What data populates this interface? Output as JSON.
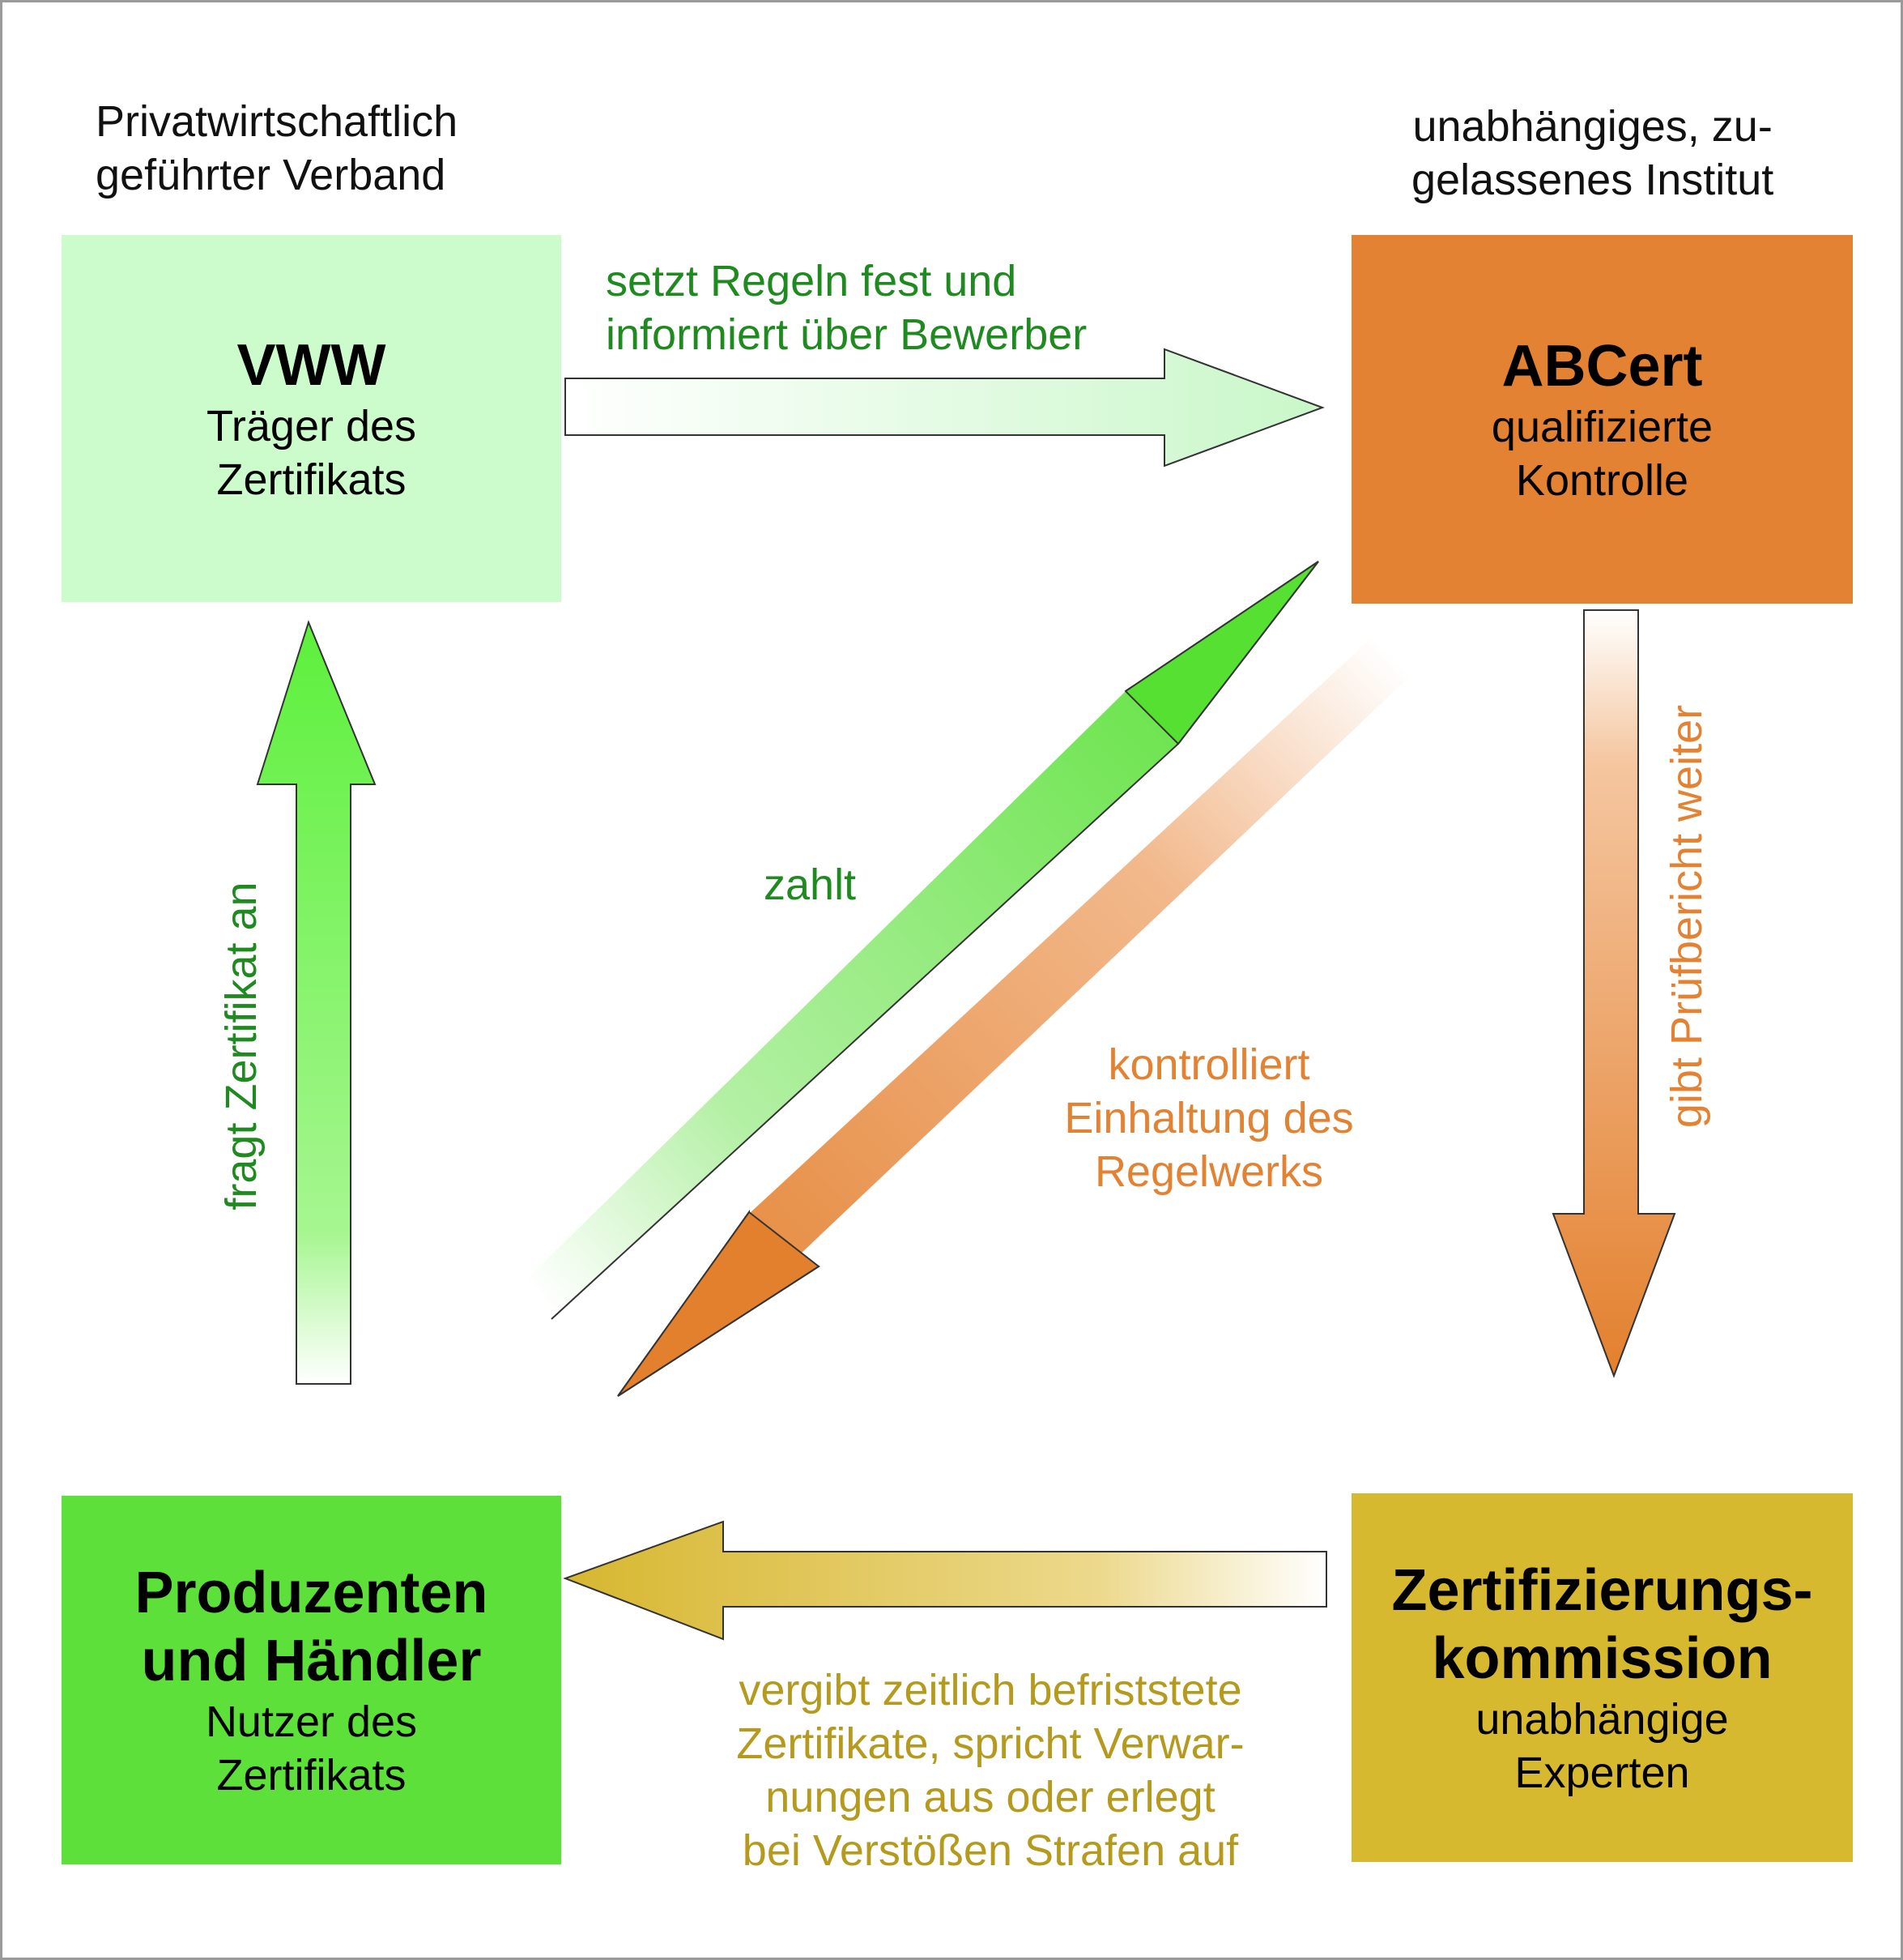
{
  "notes": {
    "top_left": "Privatwirtschaftlich\ngeführter Verband",
    "top_right": "unabhängiges, zu-\ngelassenes Institut"
  },
  "boxes": {
    "vww": {
      "title": "VWW",
      "subtitle": "Träger des\nZertifikats",
      "color": "#ccfccc"
    },
    "abcert": {
      "title": "ABCert",
      "subtitle": "qualifizierte\nKontrolle",
      "color": "#e38233"
    },
    "produzenten": {
      "title": "Produzenten\nund Händler",
      "subtitle": "Nutzer des\nZertifikats",
      "color": "#5ee03a"
    },
    "kommission": {
      "title": "Zertifizierungs-\nkommission",
      "subtitle": "unabhängige\nExperten",
      "color": "#d7b92f"
    }
  },
  "labels": {
    "setzt": {
      "text": "setzt Regeln fest und\ninformiert über Bewerber",
      "color": "#1f8a1f"
    },
    "fragt": {
      "text": "fragt Zertifikat an",
      "color": "#1f8a1f"
    },
    "zahlt": {
      "text": "zahlt",
      "color": "#1f8a1f"
    },
    "kontrolliert": {
      "text": "kontrolliert\nEinhaltung des\nRegelwerks",
      "color": "#e38233"
    },
    "gibt": {
      "text": "gibt Prüfbericht weiter",
      "color": "#e38233"
    },
    "vergibt": {
      "text": "vergibt zeitlich befriststete\nZertifikate, spricht Verwar-\nnungen aus oder erlegt\nbei Verstößen Strafen auf",
      "color": "#b59a1e"
    }
  }
}
